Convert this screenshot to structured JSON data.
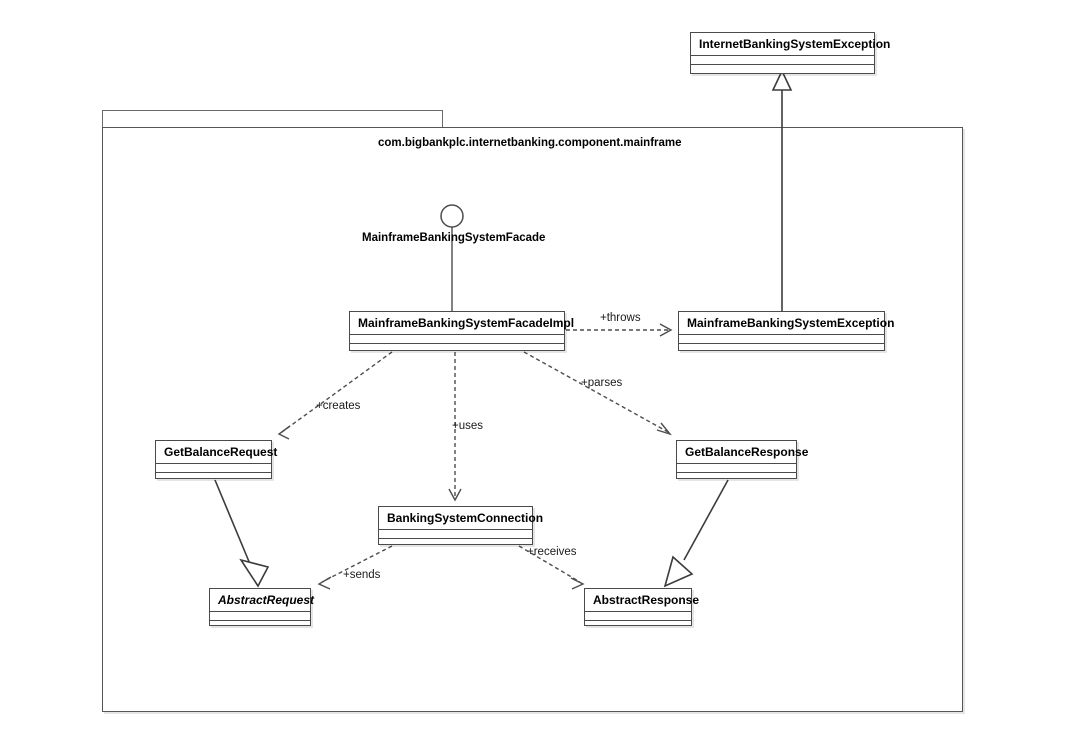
{
  "diagram": {
    "type": "uml-class-diagram",
    "background": "#ffffff",
    "line_color": "#4d4d4d",
    "text_color": "#000000"
  },
  "package": {
    "name": "com.bigbankplc.internetbanking.component.mainframe"
  },
  "interface_lollipop": {
    "label": "MainframeBankingSystemFacade"
  },
  "classes": [
    {
      "id": "internet-banking-system-exception",
      "name": "InternetBankingSystemException",
      "abstract": false
    },
    {
      "id": "mainframe-banking-system-facade-impl",
      "name": "MainframeBankingSystemFacadeImpl",
      "abstract": false
    },
    {
      "id": "mainframe-banking-system-exception",
      "name": "MainframeBankingSystemException",
      "abstract": false
    },
    {
      "id": "get-balance-request",
      "name": "GetBalanceRequest",
      "abstract": false
    },
    {
      "id": "get-balance-response",
      "name": "GetBalanceResponse",
      "abstract": false
    },
    {
      "id": "banking-system-connection",
      "name": "BankingSystemConnection",
      "abstract": false
    },
    {
      "id": "abstract-request",
      "name": "AbstractRequest",
      "abstract": true
    },
    {
      "id": "abstract-response",
      "name": "AbstractResponse",
      "abstract": false
    }
  ],
  "relationships": [
    {
      "id": "rel-throws",
      "label": "+throws",
      "from": "mainframe-banking-system-facade-impl",
      "to": "mainframe-banking-system-exception",
      "style": "dashed",
      "arrow": "open"
    },
    {
      "id": "rel-creates",
      "label": "+creates",
      "from": "mainframe-banking-system-facade-impl",
      "to": "get-balance-request",
      "style": "dashed",
      "arrow": "open"
    },
    {
      "id": "rel-uses",
      "label": "+uses",
      "from": "mainframe-banking-system-facade-impl",
      "to": "banking-system-connection",
      "style": "dashed",
      "arrow": "open"
    },
    {
      "id": "rel-parses",
      "label": "+parses",
      "from": "mainframe-banking-system-facade-impl",
      "to": "get-balance-response",
      "style": "dashed",
      "arrow": "open"
    },
    {
      "id": "rel-sends",
      "label": "+sends",
      "from": "banking-system-connection",
      "to": "abstract-request",
      "style": "dashed",
      "arrow": "open"
    },
    {
      "id": "rel-receives",
      "label": "+receives",
      "from": "banking-system-connection",
      "to": "abstract-response",
      "style": "dashed",
      "arrow": "open"
    },
    {
      "id": "rel-gen-exception",
      "label": "",
      "from": "mainframe-banking-system-exception",
      "to": "internet-banking-system-exception",
      "style": "solid",
      "arrow": "generalization"
    },
    {
      "id": "rel-gen-request",
      "label": "",
      "from": "get-balance-request",
      "to": "abstract-request",
      "style": "solid",
      "arrow": "generalization"
    },
    {
      "id": "rel-gen-response",
      "label": "",
      "from": "get-balance-response",
      "to": "abstract-response",
      "style": "solid",
      "arrow": "generalization"
    }
  ]
}
